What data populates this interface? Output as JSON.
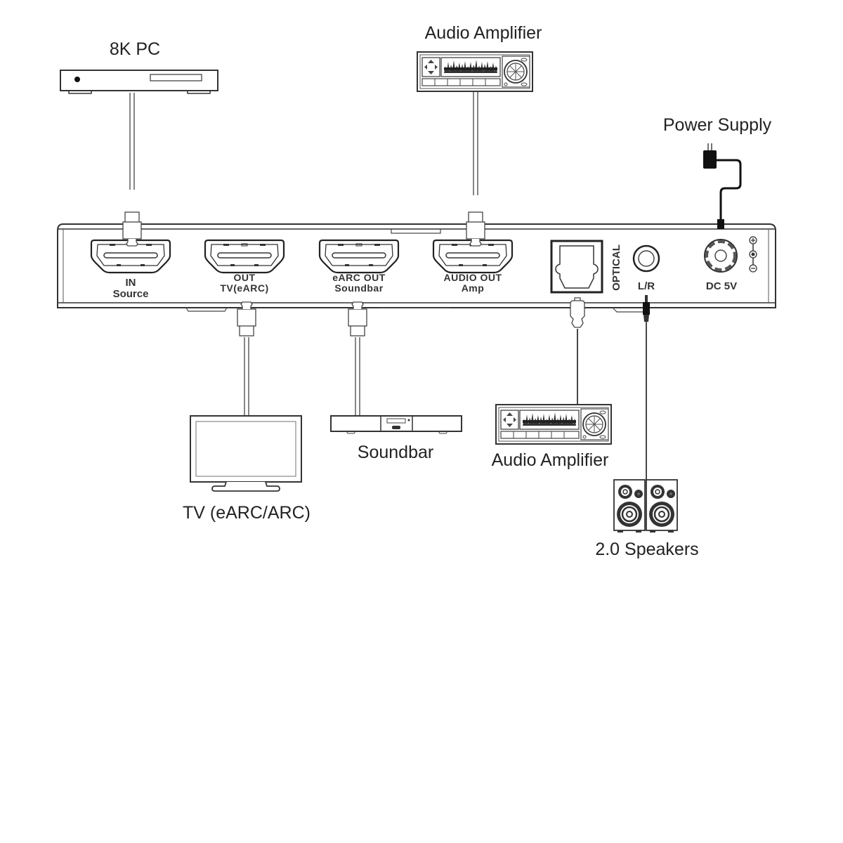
{
  "diagram": {
    "title": "HDMI eARC audio extractor connection diagram",
    "devices": {
      "source": {
        "label": "8K PC"
      },
      "amp_top": {
        "label": "Audio Amplifier"
      },
      "power": {
        "label": "Power Supply"
      },
      "tv": {
        "label": "TV (eARC/ARC)"
      },
      "soundbar": {
        "label": "Soundbar"
      },
      "amp_bottom": {
        "label": "Audio Amplifier"
      },
      "speakers": {
        "label": "2.0 Speakers"
      }
    },
    "hub_ports": {
      "in": {
        "line1": "IN",
        "line2": "Source"
      },
      "out": {
        "line1": "OUT",
        "line2": "TV(eARC)"
      },
      "earc": {
        "line1": "eARC OUT",
        "line2": "Soundbar"
      },
      "audio": {
        "line1": "AUDIO OUT",
        "line2": "Amp"
      },
      "optical": {
        "label": "OPTICAL"
      },
      "lr": {
        "label": "L/R"
      },
      "dc": {
        "label": "DC 5V"
      }
    },
    "connections": [
      {
        "from": "8K PC",
        "to": "IN Source",
        "cable": "HDMI"
      },
      {
        "from": "AUDIO OUT Amp",
        "to": "Audio Amplifier",
        "cable": "HDMI"
      },
      {
        "from": "Power Supply",
        "to": "DC 5V",
        "cable": "DC"
      },
      {
        "from": "OUT TV(eARC)",
        "to": "TV (eARC/ARC)",
        "cable": "HDMI"
      },
      {
        "from": "eARC OUT Soundbar",
        "to": "Soundbar",
        "cable": "HDMI"
      },
      {
        "from": "OPTICAL",
        "to": "Audio Amplifier",
        "cable": "Optical"
      },
      {
        "from": "L/R",
        "to": "2.0 Speakers",
        "cable": "3.5mm"
      }
    ],
    "colors": {
      "line": "#333333",
      "background": "#ffffff"
    }
  }
}
